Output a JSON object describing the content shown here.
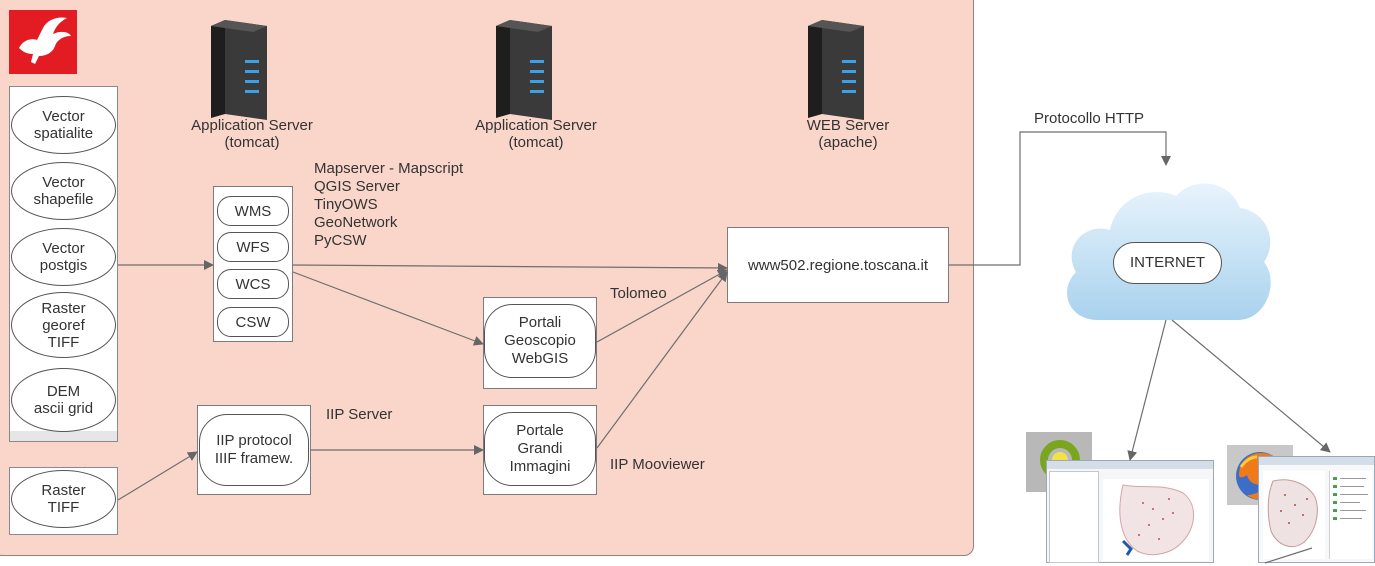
{
  "servers": [
    {
      "line1": "Application Server",
      "line2": "(tomcat)"
    },
    {
      "line1": "Application Server",
      "line2": "(tomcat)"
    },
    {
      "line1": "WEB Server",
      "line2": "(apache)"
    }
  ],
  "data_sources": [
    {
      "l1": "Vector",
      "l2": "spatialite"
    },
    {
      "l1": "Vector",
      "l2": "shapefile"
    },
    {
      "l1": "Vector",
      "l2": "postgis"
    },
    {
      "l1": "Raster",
      "l2": "georef",
      "l3": "TIFF"
    },
    {
      "l1": "DEM",
      "l2": "ascii grid"
    }
  ],
  "raster_tiff": {
    "l1": "Raster",
    "l2": "TIFF"
  },
  "services": [
    "WMS",
    "WFS",
    "WCS",
    "CSW"
  ],
  "software_list": [
    "Mapserver - Mapscript",
    "QGIS Server",
    "TinyOWS",
    "GeoNetwork",
    "PyCSW"
  ],
  "portali": {
    "l1": "Portali",
    "l2": "Geoscopio",
    "l3": "WebGIS"
  },
  "portale": {
    "l1": "Portale",
    "l2": "Grandi",
    "l3": "Immagini"
  },
  "iip_protocol": {
    "l1": "IIP protocol",
    "l2": "IIIF framew."
  },
  "labels": {
    "tolomeo": "Tolomeo",
    "iip_server": "IIP Server",
    "iip_mooviewer": "IIP Mooviewer",
    "protocol_http": "Protocollo HTTP"
  },
  "website": "www502.regione.toscana.it",
  "internet": "INTERNET",
  "colors": {
    "panel": "#fad6ca",
    "logo": "#e31b23",
    "cloud": "#cfe6f6"
  },
  "icons": [
    "pegasus-logo-icon",
    "server-icon",
    "cloud-icon",
    "qgis-icon",
    "firefox-icon"
  ]
}
